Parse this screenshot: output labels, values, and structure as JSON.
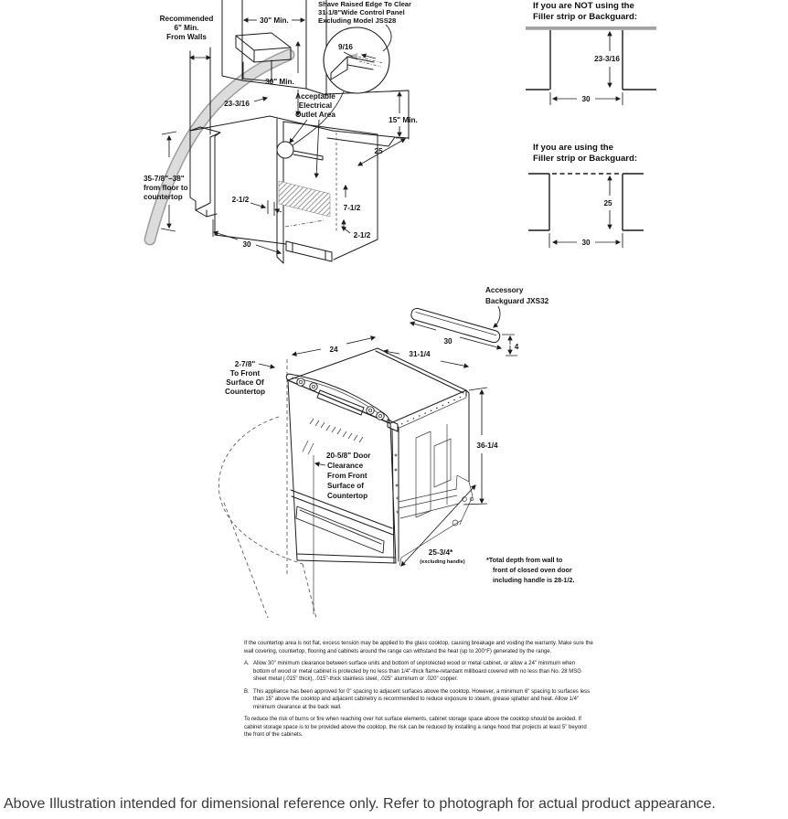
{
  "install": {
    "shave_note": [
      "Shave Raised Edge To Clear",
      "31-1/8\"Wide Control Panel",
      "Excluding Model JSS28"
    ],
    "recommended": [
      "Recommended",
      "6\" Min.",
      "From Walls"
    ],
    "floor_note": [
      "35-7/8\"–38\"",
      "from floor to",
      "countertop"
    ],
    "outlet_note": [
      "Acceptable",
      "Electrical",
      "Outlet Area"
    ],
    "dims": {
      "top_width": "30\" Min.",
      "hood_height": "30\" Min.",
      "counter_depth": "23-3/16",
      "raised_edge": "9/16",
      "wall_height": "15\" Min.",
      "side_depth": "25",
      "front_gap": "2-1/2",
      "outlet_height": "7-1/2",
      "bottom_gap": "2-1/2",
      "cutout_width": "30"
    }
  },
  "filler": {
    "not_using": [
      "If you are NOT using the",
      "Filler strip or Backguard:"
    ],
    "using": [
      "If you are using the",
      "Filler strip or Backguard:"
    ],
    "no_filler_height": "23-3/16",
    "no_filler_width": "30",
    "filler_height": "25",
    "filler_width": "30"
  },
  "range": {
    "accessory": [
      "Accessory",
      "Backguard  JXS32"
    ],
    "front_offset": [
      "2-7/8\"",
      "To Front",
      "Surface Of",
      "Countertop"
    ],
    "door_clearance": [
      "20-5/8\" Door",
      "Clearance",
      "From Front",
      "Surface of",
      "Countertop"
    ],
    "total_depth": [
      "*Total depth from wall to",
      "front of closed oven door",
      "including handle is 28-1/2."
    ],
    "dims": {
      "cooktop_depth": "24",
      "width": "31-1/4",
      "backguard_width": "30",
      "backguard_height": "4",
      "height": "36-1/4",
      "depth": "25-3/4*",
      "depth_note": "(excluding handle)"
    }
  },
  "notes": {
    "intro": "If the countertop area is not flat, excess tension may be applied to the glass cooktop, causing breakage and voiding the warranty. Make sure the wall covering, countertop, flooring and cabinets around the range can withstand the heat (up to 200°F) generated by the range.",
    "item_a_label": "A.",
    "item_a": "Allow 30\" minimum clearance between surface units and bottom of unprotected wood or metal cabinet, or allow a 24\" minimum when bottom of wood or metal cabinet is protected by no less than 1/4\"-thick flame-retardant millboard covered with no less than No. 28 MSG sheet metal (.015\" thick), .015\"-thick stainless steel, .025\" aluminum or .020\" copper.",
    "item_b_label": "B.",
    "item_b": "This appliance has been approved for 0\" spacing to adjacent surfaces above the cooktop. However, a minimum 6\" spacing to surfaces less than 15\" above the cooktop and adjacent cabinetry is recommended to reduce exposure to steam, grease splatter and heat. Allow 1/4\" minimum clearance at the back wall.",
    "outro": "To reduce the risk of burns or fire when reaching over hot surface elements, cabinet storage space above the cooktop should be avoided. If cabinet storage space is to be provided above the cooktop, the risk can be reduced by installing a range hood that projects at least 5\" beyond the front of the cabinets."
  },
  "footer": {
    "caption": "Above Illustration intended for dimensional reference only. Refer to photograph for actual product appearance."
  }
}
